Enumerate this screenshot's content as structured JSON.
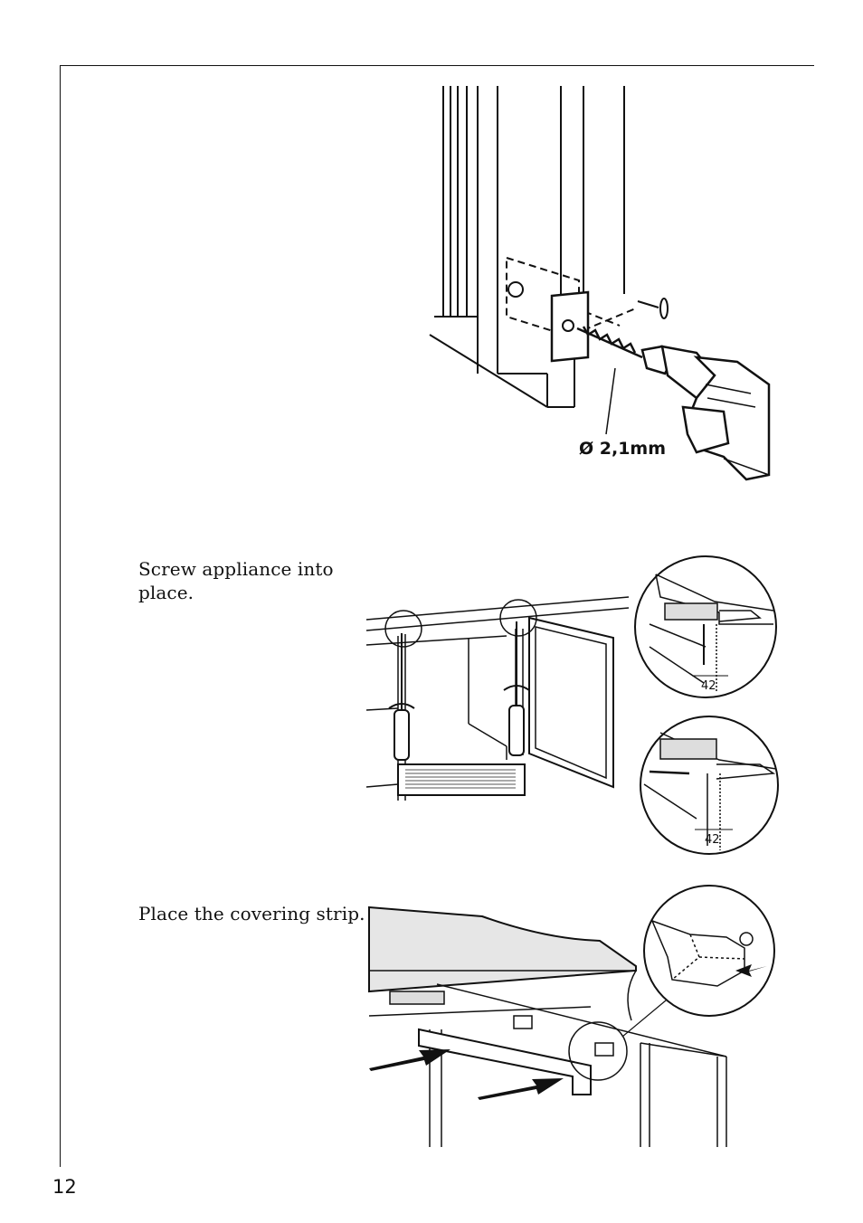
{
  "page": {
    "number": "12"
  },
  "figures": {
    "drill": {
      "icon": "drill-bracket-illustration",
      "dimension_label": "Ø 2,1mm"
    },
    "screw": {
      "icon": "screwdriver-installation-illustration",
      "detail_dimension_top": "42",
      "detail_dimension_bottom": "42"
    },
    "strip": {
      "icon": "covering-strip-illustration"
    }
  },
  "captions": {
    "screw_appliance": "Screw appliance into place.",
    "covering_strip": "Place the covering strip."
  }
}
